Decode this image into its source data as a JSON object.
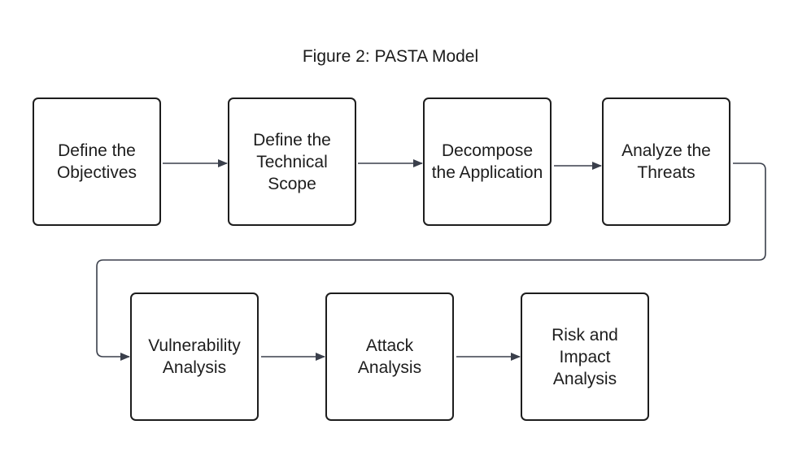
{
  "diagram": {
    "title": "Figure 2: PASTA Model",
    "nodes": [
      {
        "id": "objectives",
        "label": "Define the\nObjectives"
      },
      {
        "id": "scope",
        "label": "Define the\nTechnical\nScope"
      },
      {
        "id": "decompose",
        "label": "Decompose\nthe Application"
      },
      {
        "id": "threats",
        "label": "Analyze the\nThreats"
      },
      {
        "id": "vulnerability",
        "label": "Vulnerability\nAnalysis"
      },
      {
        "id": "attack",
        "label": "Attack\nAnalysis"
      },
      {
        "id": "risk",
        "label": "Risk and\nImpact\nAnalysis"
      }
    ],
    "edges": [
      {
        "from": "objectives",
        "to": "scope"
      },
      {
        "from": "scope",
        "to": "decompose"
      },
      {
        "from": "decompose",
        "to": "threats"
      },
      {
        "from": "threats",
        "to": "vulnerability"
      },
      {
        "from": "vulnerability",
        "to": "attack"
      },
      {
        "from": "attack",
        "to": "risk"
      }
    ],
    "colors": {
      "stroke": "#1d1d1d",
      "arrow": "#3a3f4b",
      "background": "#ffffff"
    }
  }
}
